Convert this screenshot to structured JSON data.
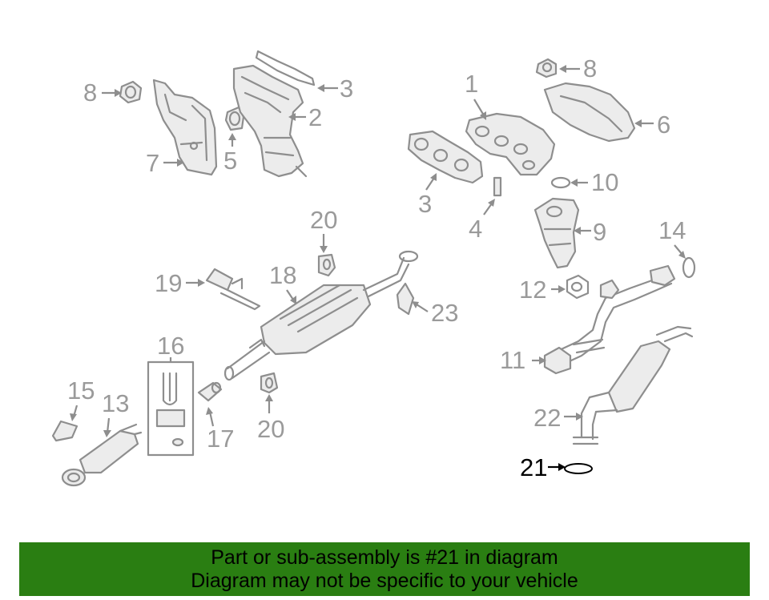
{
  "callouts": {
    "c1": "1",
    "c2": "2",
    "c3a": "3",
    "c3b": "3",
    "c4": "4",
    "c5": "5",
    "c6": "6",
    "c7": "7",
    "c8a": "8",
    "c8b": "8",
    "c9": "9",
    "c10": "10",
    "c11": "11",
    "c12": "12",
    "c13": "13",
    "c14": "14",
    "c15": "15",
    "c16": "16",
    "c17": "17",
    "c18": "18",
    "c19": "19",
    "c20a": "20",
    "c20b": "20",
    "c21": "21",
    "c22": "22",
    "c23": "23"
  },
  "highlight_part": "21",
  "colors": {
    "banner_bg": "#2a7e12",
    "line_art": "#8e8e8e",
    "highlight": "#000000"
  },
  "banner": {
    "line1": "Part or sub-assembly is #21 in diagram",
    "line2": "Diagram may not be specific to your vehicle"
  }
}
